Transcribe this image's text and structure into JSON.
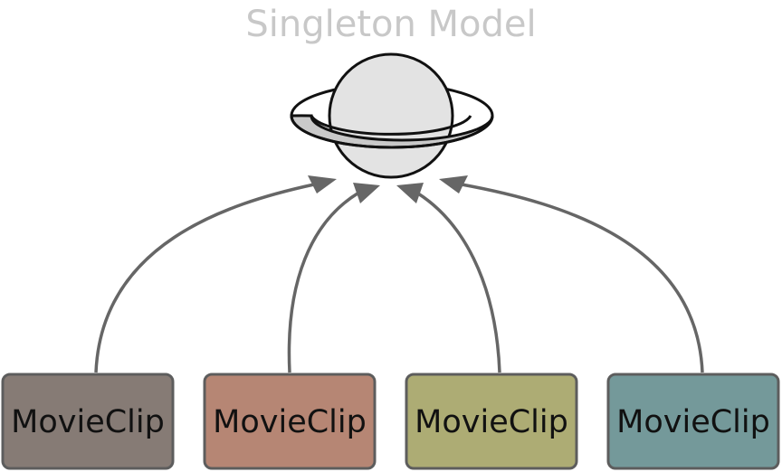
{
  "title": "Singleton Model",
  "icon": "saturn-planet-icon",
  "colors": {
    "title": "#c8c8c8",
    "arrow": "#666666",
    "planet_body": "#e3e3e3",
    "planet_ring": "#c9c9c9",
    "outline": "#111111"
  },
  "movieclips": [
    {
      "label": "MovieClip",
      "color": "#867b75"
    },
    {
      "label": "MovieClip",
      "color": "#b68674"
    },
    {
      "label": "MovieClip",
      "color": "#adac74"
    },
    {
      "label": "MovieClip",
      "color": "#74999a"
    }
  ]
}
